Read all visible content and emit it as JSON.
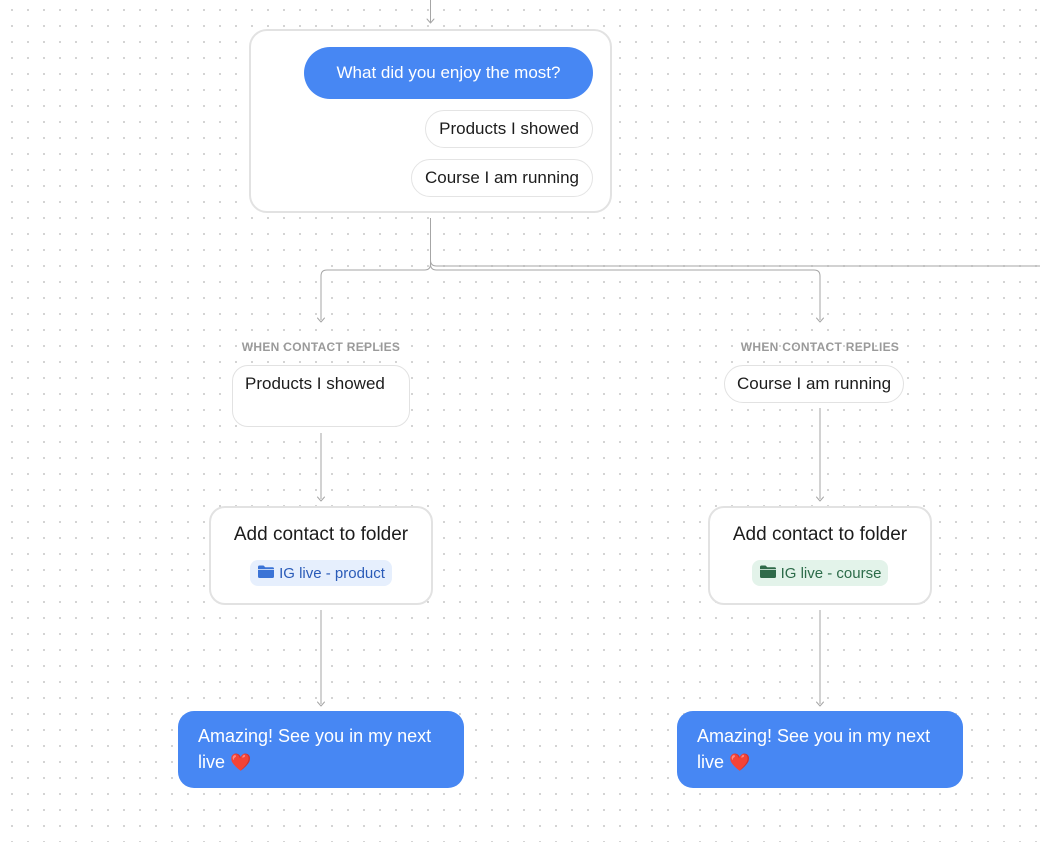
{
  "question_node": {
    "question": "What did you enjoy the most?",
    "quick_replies": [
      "Products I showed",
      "Course I am running"
    ]
  },
  "branches": [
    {
      "condition_label": "WHEN CONTACT REPLIES",
      "reply": "Products I showed",
      "action_title": "Add contact to folder",
      "folder_name": "IG live - product",
      "folder_color": "#2a5bb8",
      "folder_icon": "folder-icon",
      "message_text": "Amazing! See you in my next live",
      "message_emoji": "❤️"
    },
    {
      "condition_label": "WHEN CONTACT REPLIES",
      "reply": "Course I am running",
      "action_title": "Add contact to folder",
      "folder_name": "IG live - course",
      "folder_color": "#2c6b49",
      "folder_icon": "folder-icon",
      "message_text": "Amazing! See you in my next live",
      "message_emoji": "❤️"
    }
  ],
  "colors": {
    "accent": "#4787f3",
    "connector": "#a6a6a6",
    "card_border": "#e2e2e2"
  }
}
